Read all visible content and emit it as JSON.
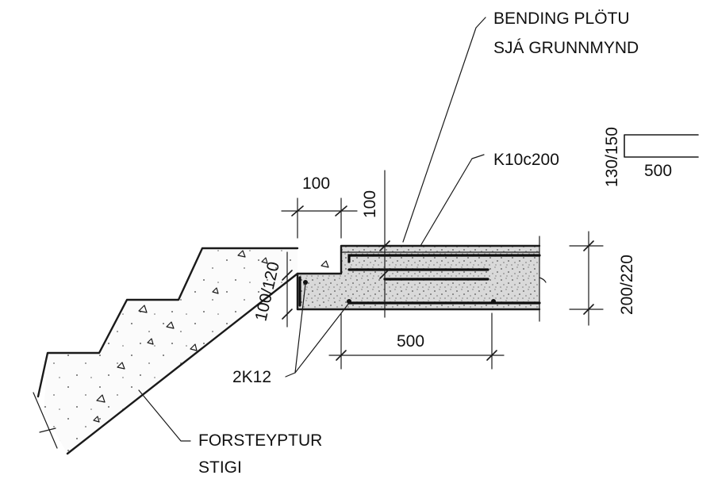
{
  "labels": {
    "bending_line1": "BENDING PLÖTU",
    "bending_line2": "SJÁ GRUNNMYND",
    "stirrup": "K10c200",
    "bars": "2K12",
    "stair_line1": "FORSTEYPTUR",
    "stair_line2": "STIGI"
  },
  "dimensions": {
    "notch_width": "100",
    "notch_depth": "100",
    "slab_thickness": "200/220",
    "bar_length": "500",
    "stair_cover": "100/120",
    "detail_height": "130/150",
    "detail_length": "500"
  }
}
